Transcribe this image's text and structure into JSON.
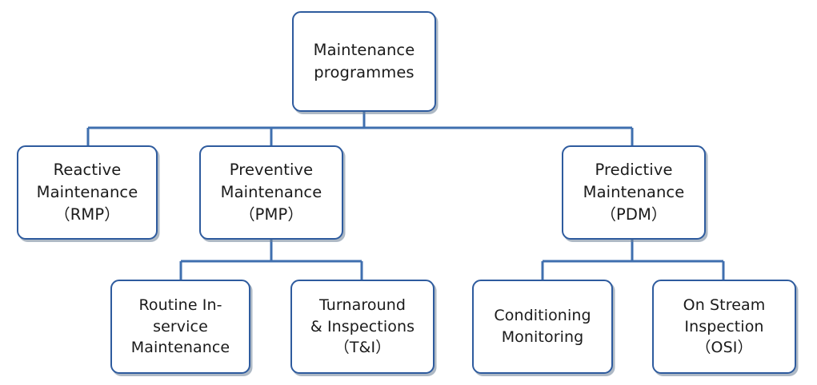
{
  "diagram": {
    "type": "hierarchy-tree",
    "title": "Maintenance programmes",
    "background_color": "#FFFFFF",
    "box_border_color": "#2E5B9E",
    "box_fill_color": "#FFFFFF",
    "connector_color": "#3F6FAF",
    "text_color": "#1A1A1A",
    "levels": 3
  },
  "nodes": {
    "root": {
      "label": "Maintenance\nprogrammes",
      "name": "maintenance-programmes"
    },
    "level2": [
      {
        "label": "Reactive\nMaintenance\n（RMP）",
        "name": "reactive-maintenance",
        "abbreviation": "RMP"
      },
      {
        "label": "Preventive\nMaintenance\n（PMP）",
        "name": "preventive-maintenance",
        "abbreviation": "PMP"
      },
      {
        "label": "Predictive\nMaintenance\n（PDM）",
        "name": "predictive-maintenance",
        "abbreviation": "PDM"
      }
    ],
    "level3": [
      {
        "label": "Routine In-\nservice\nMaintenance",
        "name": "routine-in-service-maintenance",
        "parent": "preventive-maintenance"
      },
      {
        "label": "Turnaround\n& Inspections\n（T&I）",
        "name": "turnaround-and-inspections",
        "abbreviation": "T&I",
        "parent": "preventive-maintenance"
      },
      {
        "label": "Conditioning\nMonitoring",
        "name": "conditioning-monitoring",
        "parent": "predictive-maintenance"
      },
      {
        "label": "On Stream\nInspection\n（OSI）",
        "name": "on-stream-inspection",
        "abbreviation": "OSI",
        "parent": "predictive-maintenance"
      }
    ]
  }
}
